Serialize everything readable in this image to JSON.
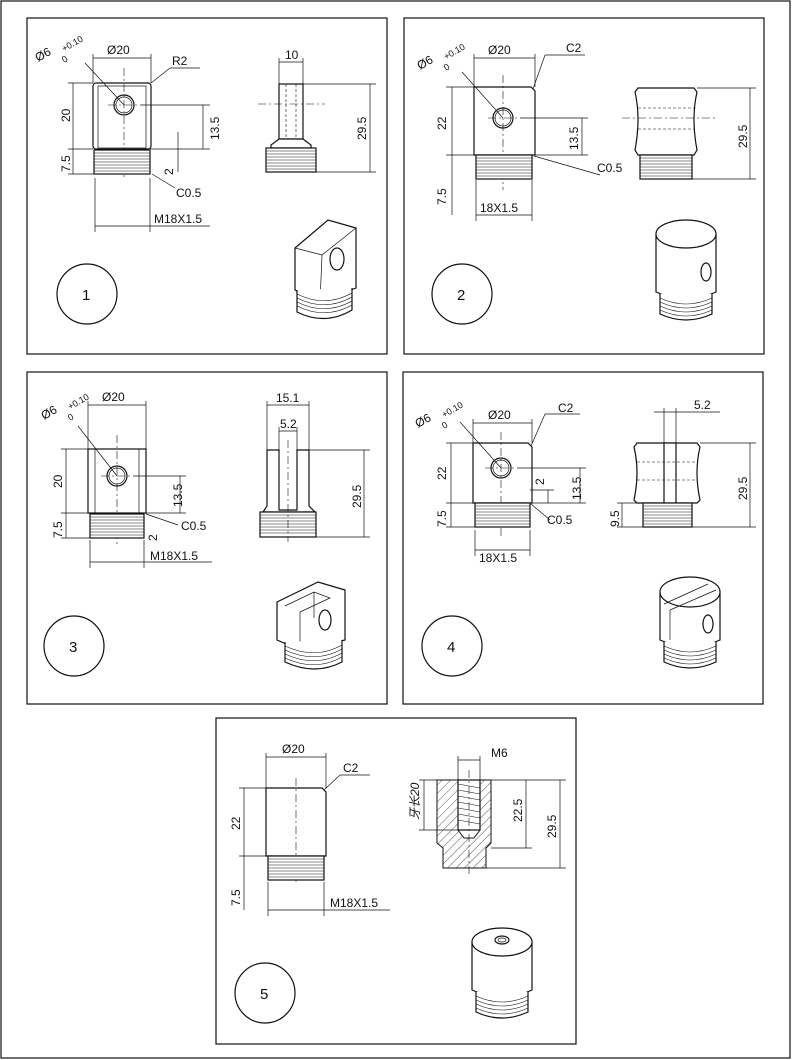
{
  "panels": [
    {
      "number": "1",
      "labels": {
        "hole": "Ø6",
        "tol_up": "+0.10",
        "tol_low": "0",
        "dia": "Ø20",
        "radius": "R2",
        "h_body": "20",
        "h_hole": "13.5",
        "h_thread": "7.5",
        "chamfer_h": "2",
        "chamfer": "C0.5",
        "thread": "M18X1.5",
        "side_w": "10",
        "total": "29.5"
      }
    },
    {
      "number": "2",
      "labels": {
        "hole": "Ø6",
        "tol_up": "+0.10",
        "tol_low": "0",
        "dia": "Ø20",
        "chamfer_top": "C2",
        "h_body": "22",
        "h_hole": "13.5",
        "chamfer": "C0.5",
        "h_thread": "7.5",
        "thread": "18X1.5",
        "total": "29.5"
      }
    },
    {
      "number": "3",
      "labels": {
        "hole": "Ø6",
        "tol_up": "+0.10",
        "tol_low": "0",
        "dia": "Ø20",
        "h_body": "20",
        "h_hole": "13.5",
        "h_thread": "7.5",
        "chamfer_h": "2",
        "chamfer": "C0.5",
        "thread": "M18X1.5",
        "side_w": "15.1",
        "slot": "5.2",
        "total": "29.5"
      }
    },
    {
      "number": "4",
      "labels": {
        "hole": "Ø6",
        "tol_up": "+0.10",
        "tol_low": "0",
        "dia": "Ø20",
        "chamfer_top": "C2",
        "h_body": "22",
        "chamfer_h": "2",
        "h_hole": "13.5",
        "h_thread": "7.5",
        "chamfer": "C0.5",
        "thread": "18X1.5",
        "slot": "5.2",
        "slot_depth": "9.5",
        "total": "29.5"
      }
    },
    {
      "number": "5",
      "labels": {
        "dia": "Ø20",
        "chamfer_top": "C2",
        "h_body": "22",
        "h_thread": "7.5",
        "thread": "M18X1.5",
        "tap": "M6",
        "tap_depth": "牙长20",
        "h_mid": "22.5",
        "total": "29.5"
      }
    }
  ]
}
